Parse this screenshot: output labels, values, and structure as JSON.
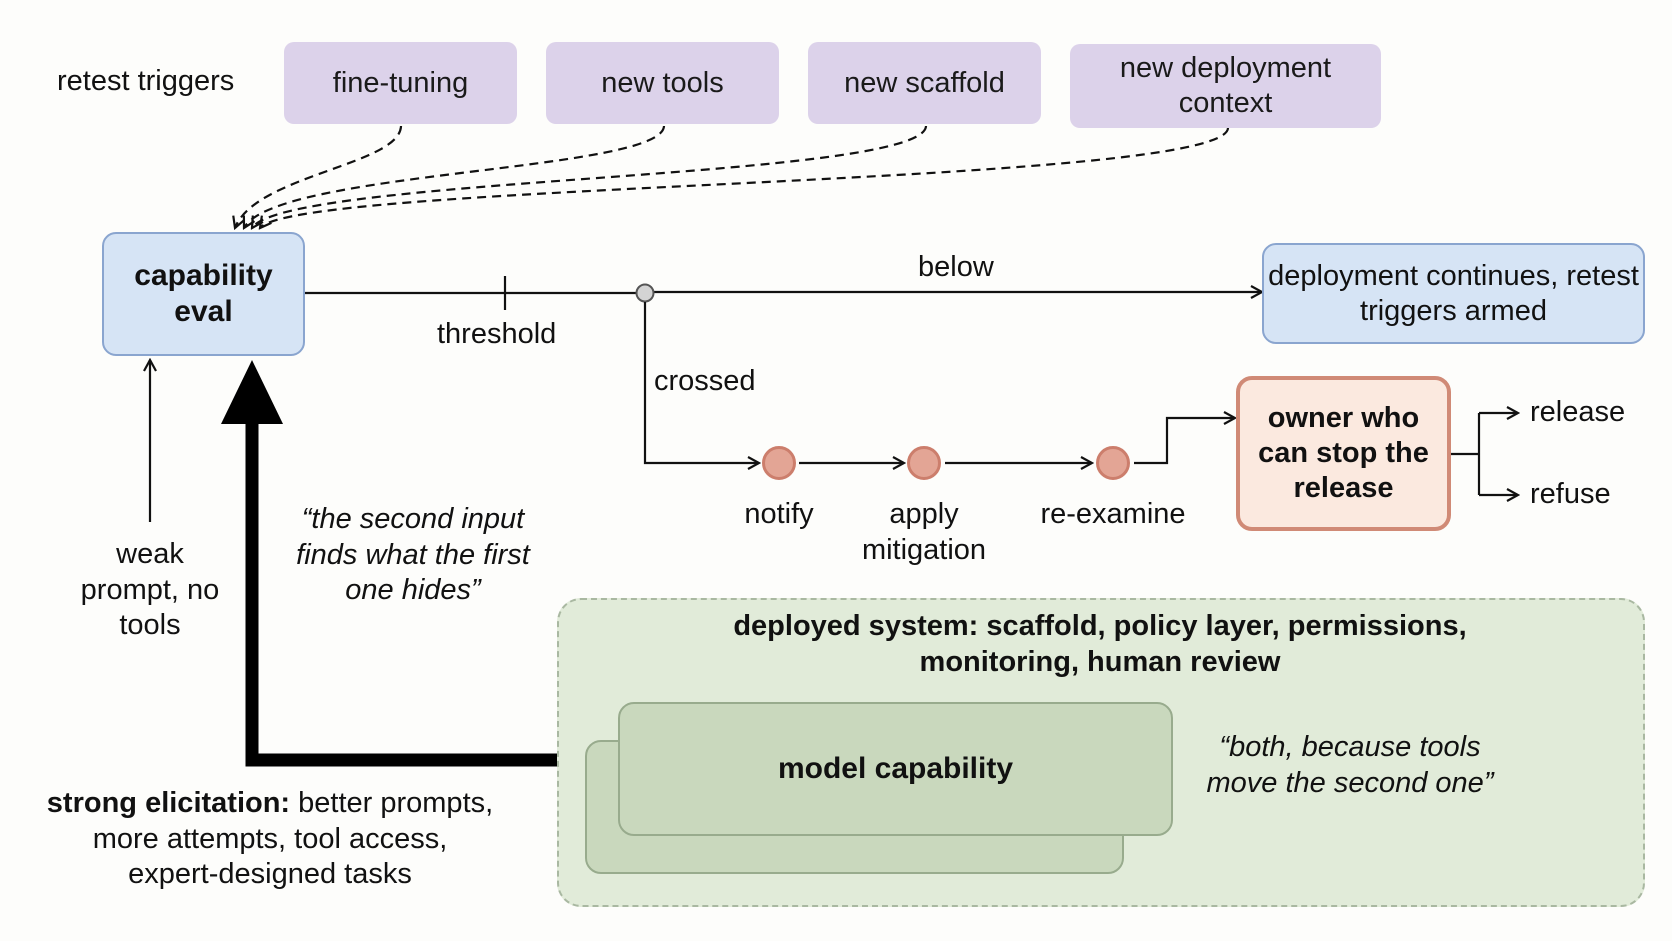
{
  "triggers": {
    "label": "retest triggers",
    "items": [
      "fine-tuning",
      "new tools",
      "new scaffold",
      "new deployment context"
    ]
  },
  "eval": {
    "label": "capability eval"
  },
  "threshold_label": "threshold",
  "below_label": "below",
  "crossed_label": "crossed",
  "continues": {
    "label": "deployment continues, retest triggers armed"
  },
  "steps": [
    "notify",
    "apply mitigation",
    "re-examine"
  ],
  "owner": {
    "label": "owner who can stop the release"
  },
  "outcomes": [
    "release",
    "refuse"
  ],
  "weak": {
    "label": "weak prompt, no tools"
  },
  "quote_second_input": "“the second input finds what the first one hides”",
  "strong": {
    "bold_part": "strong elicitation:",
    "rest_line1": " better prompts,",
    "line2": "more attempts, tool access,",
    "line3": "expert-designed tasks"
  },
  "deployed": {
    "label": "deployed system: scaffold, policy layer, permissions, monitoring, human review"
  },
  "model": {
    "label": "model capability"
  },
  "quote_both": "“both, because tools move the second one”",
  "colors": {
    "trigger_fill": "#dcd2ea",
    "eval_fill": "#d6e4f5",
    "eval_border": "#8aa5cf",
    "owner_fill": "#fbe9df",
    "owner_border": "#d08a76",
    "node_fill": "#e3a595",
    "deployed_fill": "#e1ebd9",
    "model_fill": "#c9d8bd"
  }
}
